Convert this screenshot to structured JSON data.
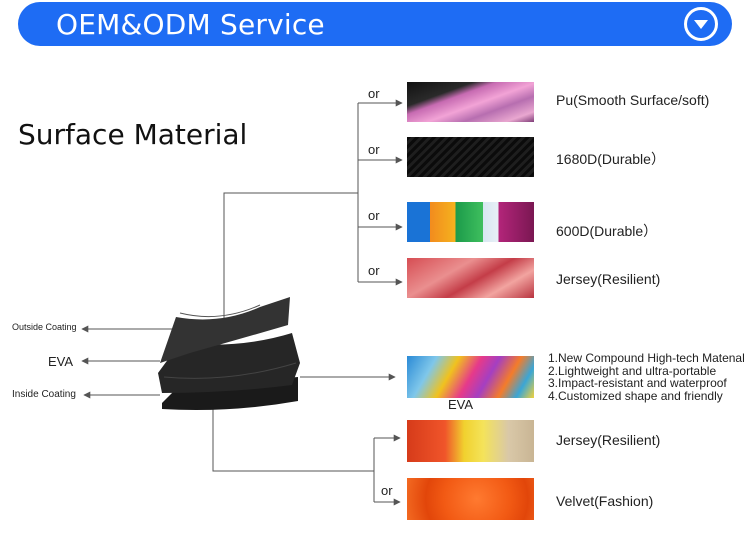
{
  "banner": {
    "title": "OEM&ODM Service",
    "button_icon": "chevron-down-icon"
  },
  "section_title": "Surface Material",
  "connector": "or",
  "outer_options": [
    {
      "label": "Pu(Smooth Surface/soft)",
      "swatch": "pu-leather-swatch"
    },
    {
      "label": "1680D(Durable）",
      "swatch": "1680d-fabric-swatch"
    },
    {
      "label": "600D(Durable）",
      "swatch": "600d-fabric-swatch"
    },
    {
      "label": "Jersey(Resilient)",
      "swatch": "jersey-fabric-swatch"
    }
  ],
  "layers": {
    "outside": "Outside Coating",
    "eva": "EVA",
    "inside": "Inside Coating"
  },
  "eva_panel": {
    "caption": "EVA",
    "features": [
      "1.New Compound High-tech Matenal",
      "2.Lightweight and ultra-portable",
      "3.Impact-resistant and waterproof",
      "4.Customized shape and friendly"
    ]
  },
  "inner_options": [
    {
      "label": "Jersey(Resilient)",
      "swatch": "jersey-lining-swatch"
    },
    {
      "label": "Velvet(Fashion)",
      "swatch": "velvet-lining-swatch"
    }
  ],
  "colors": {
    "banner": "#1e6cf4",
    "line": "#555555"
  }
}
